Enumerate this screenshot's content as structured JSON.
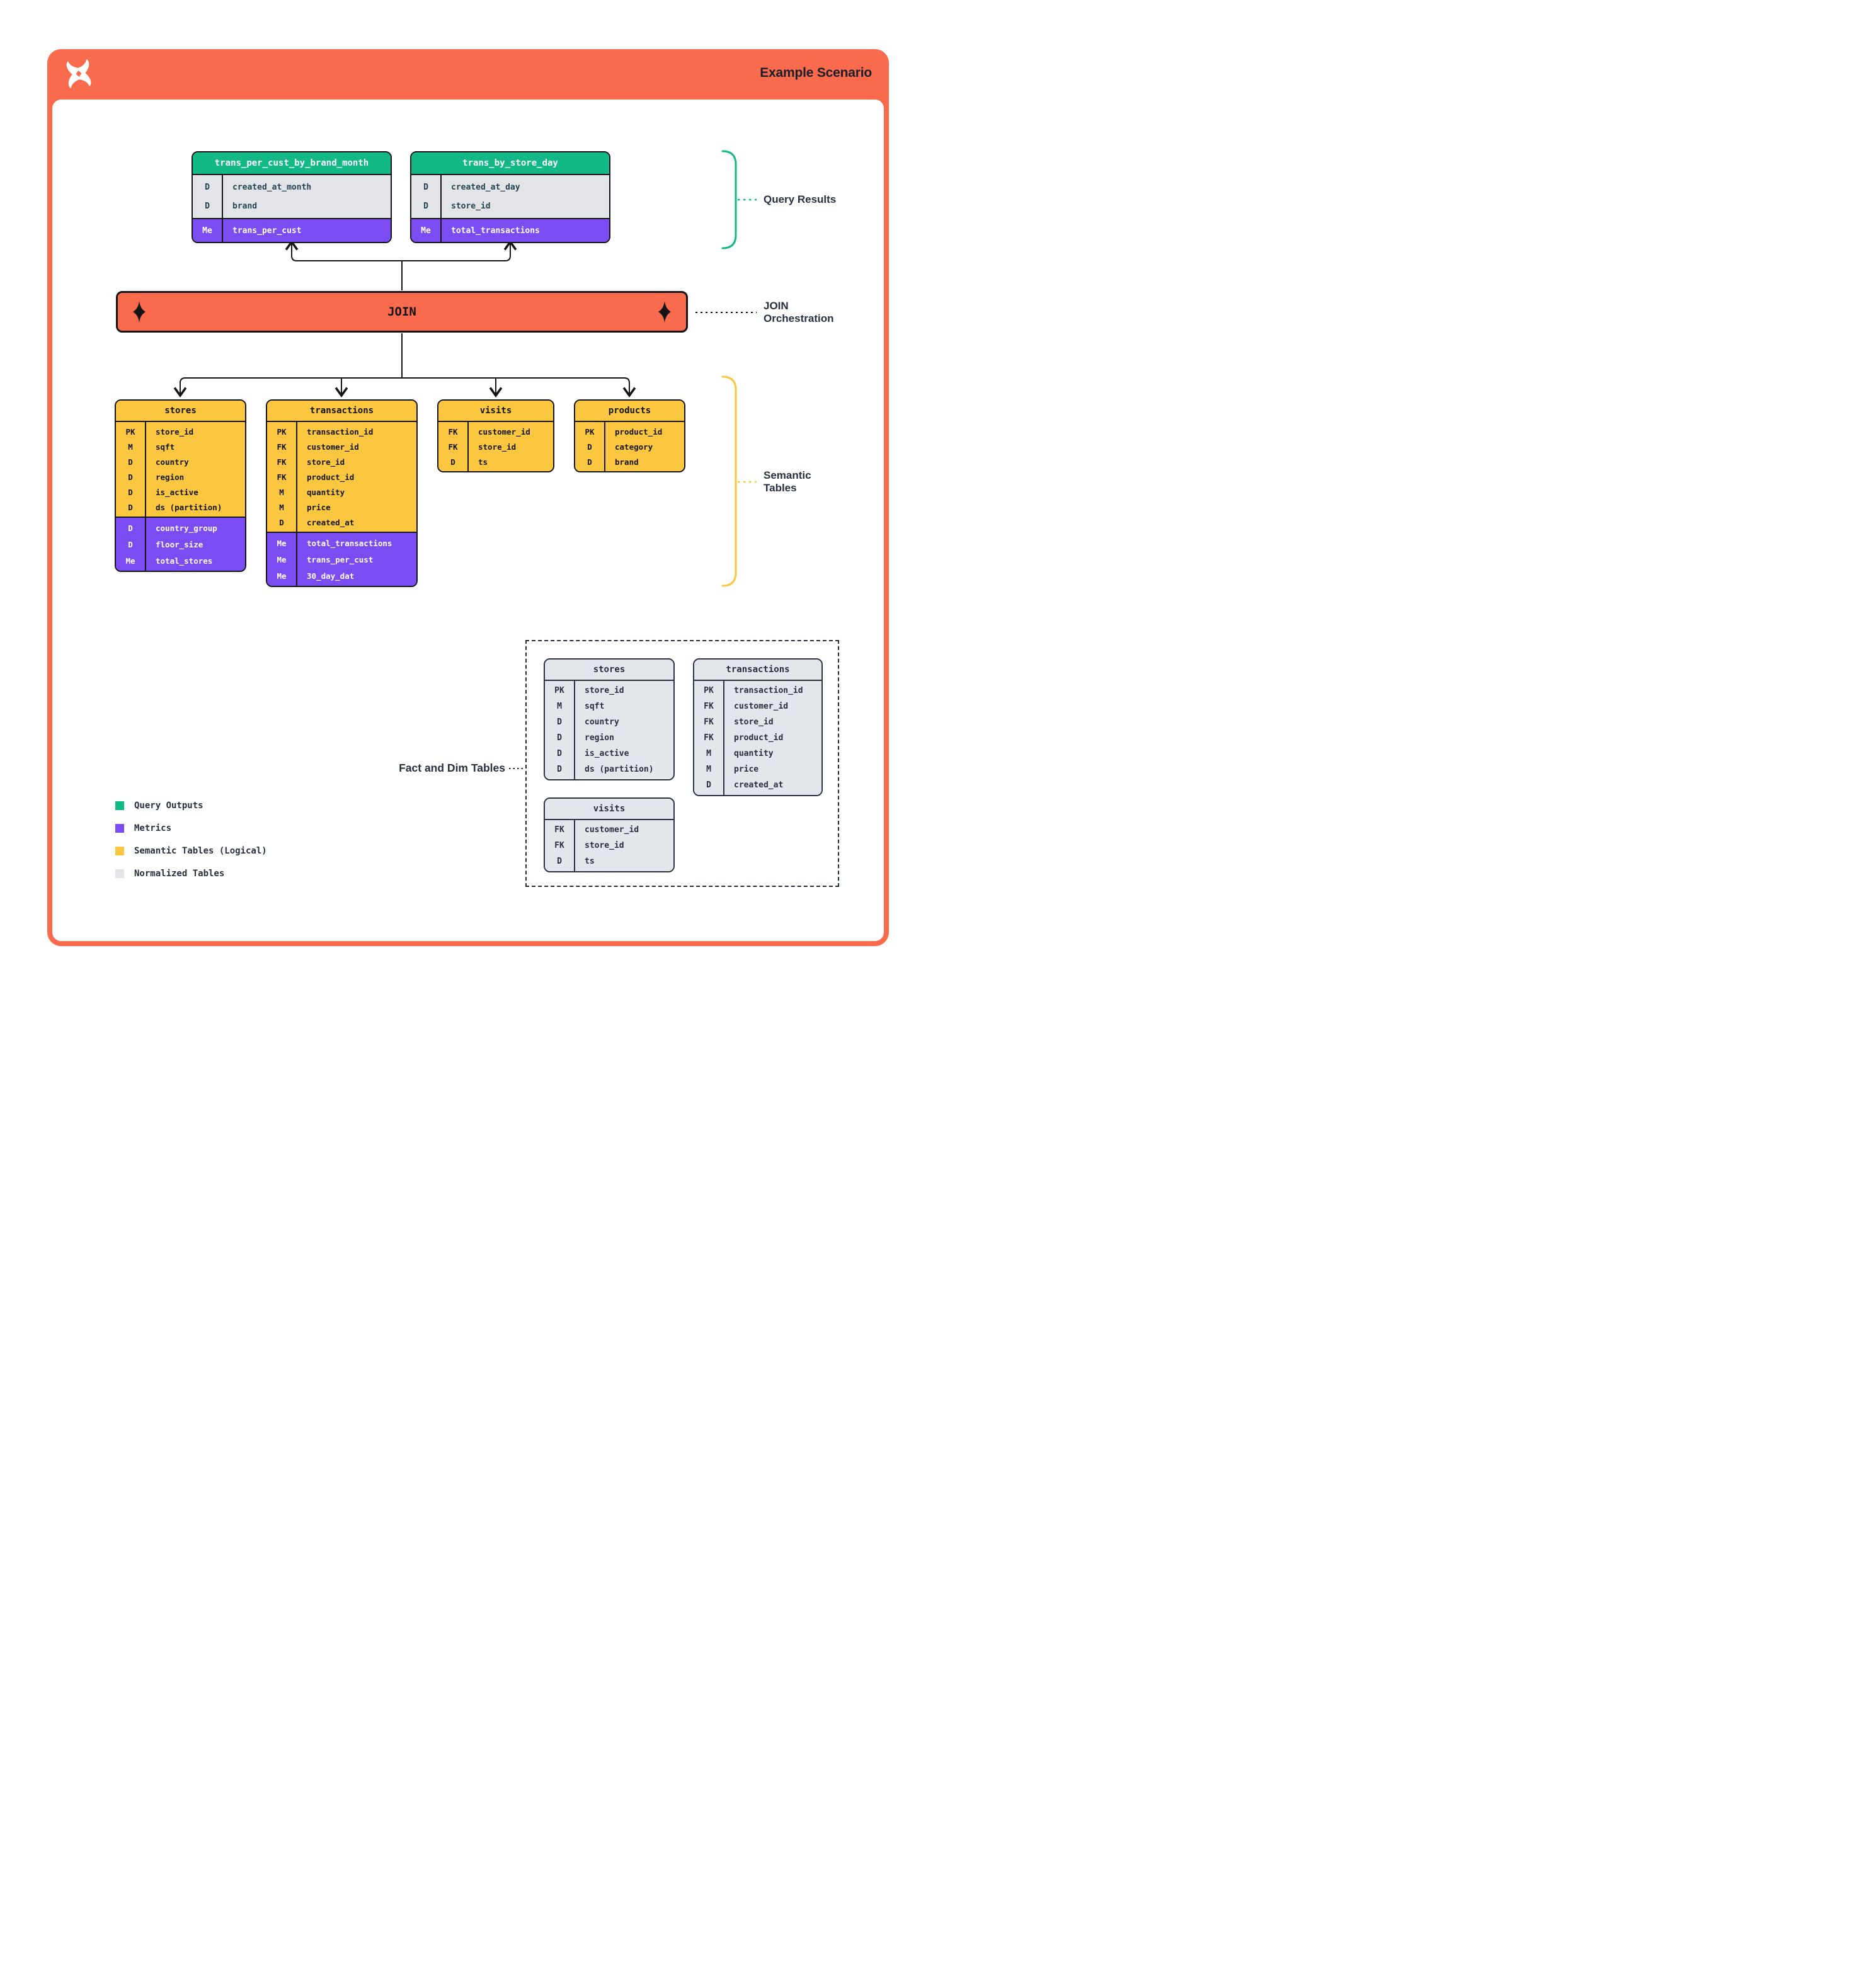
{
  "header": {
    "title": "Example Scenario"
  },
  "join_label": "JOIN",
  "labels": {
    "query_results": "Query Results",
    "join_orch": [
      "JOIN",
      "Orchestration"
    ],
    "semantic": [
      "Semantic",
      "Tables"
    ],
    "fact_dim": "Fact and Dim Tables"
  },
  "colors": {
    "accent_orange": "#FA6A4D",
    "query_output_green": "#12B886",
    "metric_purple": "#7A4CF2",
    "semantic_yellow": "#FBC640",
    "normalized_gray": "#E2E4E8"
  },
  "query_tables": [
    {
      "title": "trans_per_cust_by_brand_month",
      "rows": [
        {
          "k": "D",
          "v": "created_at_month"
        },
        {
          "k": "D",
          "v": "brand"
        }
      ],
      "metrics": [
        {
          "k": "Me",
          "v": "trans_per_cust"
        }
      ]
    },
    {
      "title": "trans_by_store_day",
      "rows": [
        {
          "k": "D",
          "v": "created_at_day"
        },
        {
          "k": "D",
          "v": "store_id"
        }
      ],
      "metrics": [
        {
          "k": "Me",
          "v": "total_transactions"
        }
      ]
    }
  ],
  "semantic_tables": [
    {
      "title": "stores",
      "rows": [
        {
          "k": "PK",
          "v": "store_id"
        },
        {
          "k": "M",
          "v": "sqft"
        },
        {
          "k": "D",
          "v": "country"
        },
        {
          "k": "D",
          "v": "region"
        },
        {
          "k": "D",
          "v": "is_active"
        },
        {
          "k": "D",
          "v": "ds (partition)"
        }
      ],
      "metrics": [
        {
          "k": "D",
          "v": "country_group"
        },
        {
          "k": "D",
          "v": "floor_size"
        },
        {
          "k": "Me",
          "v": "total_stores"
        }
      ]
    },
    {
      "title": "transactions",
      "rows": [
        {
          "k": "PK",
          "v": "transaction_id"
        },
        {
          "k": "FK",
          "v": "customer_id"
        },
        {
          "k": "FK",
          "v": "store_id"
        },
        {
          "k": "FK",
          "v": "product_id"
        },
        {
          "k": "M",
          "v": "quantity"
        },
        {
          "k": "M",
          "v": "price"
        },
        {
          "k": "D",
          "v": "created_at"
        }
      ],
      "metrics": [
        {
          "k": "Me",
          "v": "total_transactions"
        },
        {
          "k": "Me",
          "v": "trans_per_cust"
        },
        {
          "k": "Me",
          "v": "30_day_dat"
        }
      ]
    },
    {
      "title": "visits",
      "rows": [
        {
          "k": "FK",
          "v": "customer_id"
        },
        {
          "k": "FK",
          "v": "store_id"
        },
        {
          "k": "D",
          "v": "ts"
        }
      ],
      "metrics": []
    },
    {
      "title": "products",
      "rows": [
        {
          "k": "PK",
          "v": "product_id"
        },
        {
          "k": "D",
          "v": "category"
        },
        {
          "k": "D",
          "v": "brand"
        }
      ],
      "metrics": []
    }
  ],
  "normalized_tables": [
    {
      "title": "stores",
      "rows": [
        {
          "k": "PK",
          "v": "store_id"
        },
        {
          "k": "M",
          "v": "sqft"
        },
        {
          "k": "D",
          "v": "country"
        },
        {
          "k": "D",
          "v": "region"
        },
        {
          "k": "D",
          "v": "is_active"
        },
        {
          "k": "D",
          "v": "ds (partition)"
        }
      ]
    },
    {
      "title": "transactions",
      "rows": [
        {
          "k": "PK",
          "v": "transaction_id"
        },
        {
          "k": "FK",
          "v": "customer_id"
        },
        {
          "k": "FK",
          "v": "store_id"
        },
        {
          "k": "FK",
          "v": "product_id"
        },
        {
          "k": "M",
          "v": "quantity"
        },
        {
          "k": "M",
          "v": "price"
        },
        {
          "k": "D",
          "v": "created_at"
        }
      ]
    },
    {
      "title": "visits",
      "rows": [
        {
          "k": "FK",
          "v": "customer_id"
        },
        {
          "k": "FK",
          "v": "store_id"
        },
        {
          "k": "D",
          "v": "ts"
        }
      ]
    }
  ],
  "legend": [
    {
      "label": "Query Outputs",
      "color": "#12B886"
    },
    {
      "label": "Metrics",
      "color": "#7A4CF2"
    },
    {
      "label": "Semantic Tables (Logical)",
      "color": "#FBC640"
    },
    {
      "label": "Normalized Tables",
      "color": "#E2E4E8"
    }
  ]
}
